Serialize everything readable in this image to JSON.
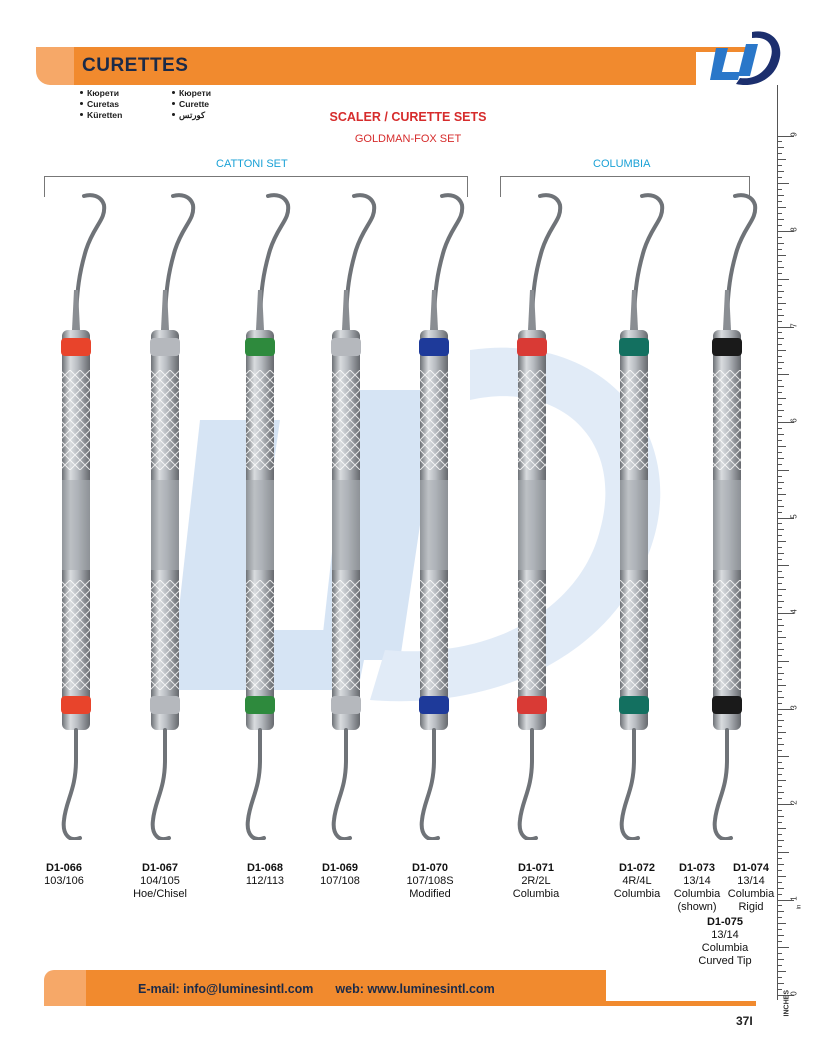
{
  "header": {
    "title": "CURETTES"
  },
  "translations": [
    [
      "Кюрети",
      "Curetas",
      "Küretten"
    ],
    [
      "Кюрети",
      "Curette",
      "كورتس"
    ]
  ],
  "set_title": "SCALER / CURETTE SETS",
  "set_subtitle": "GOLDMAN-FOX SET",
  "groups": {
    "left": "CATTONI SET",
    "right": "COLUMBIA"
  },
  "ruler": {
    "numbers": [
      "9",
      "8",
      "7",
      "6",
      "5",
      "4",
      "3",
      "2",
      "1",
      "0"
    ],
    "unit_label": "INCHES",
    "one_suffix": "in"
  },
  "instruments": [
    {
      "code": "D1-066",
      "lines": [
        "103/106"
      ],
      "band_color": "#e8442b"
    },
    {
      "code": "D1-067",
      "lines": [
        "104/105",
        "Hoe/Chisel"
      ],
      "band_color": "#b5b8bd"
    },
    {
      "code": "D1-068",
      "lines": [
        "112/113"
      ],
      "band_color": "#2e8a3d"
    },
    {
      "code": "D1-069",
      "lines": [
        "107/108"
      ],
      "band_color": "#b5b8bd"
    },
    {
      "code": "D1-070",
      "lines": [
        "107/108S",
        "Modified"
      ],
      "band_color": "#1e3a9a"
    },
    {
      "code": "D1-071",
      "lines": [
        "2R/2L",
        "Columbia"
      ],
      "band_color": "#d93a35"
    },
    {
      "code": "D1-072",
      "lines": [
        "4R/4L",
        "Columbia"
      ],
      "band_color": "#137060"
    },
    {
      "code": "D1-073",
      "lines": [
        "13/14",
        "Columbia",
        "(shown)"
      ],
      "band_color": "#1a1a1a"
    },
    {
      "code": "D1-074",
      "lines": [
        "13/14",
        "Columbia",
        "Rigid"
      ]
    },
    {
      "code": "D1-075",
      "lines": [
        "13/14",
        "Columbia",
        "Curved Tip"
      ]
    }
  ],
  "footer": {
    "email": "E-mail: info@luminesintl.com",
    "web": "web: www.luminesintl.com"
  },
  "page_number": "37I",
  "colors": {
    "accent_orange": "#f18a2e",
    "title_navy": "#1b2a48",
    "heading_red": "#d62c2c",
    "group_blue": "#1aa1d6"
  }
}
